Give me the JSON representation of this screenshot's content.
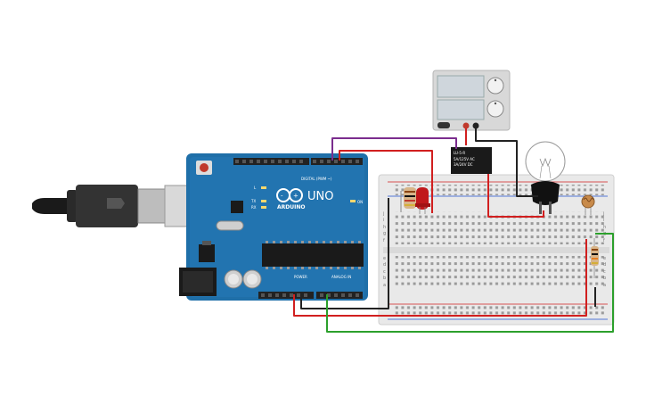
{
  "arduino": {
    "brand": "ARDUINO",
    "model": "UNO",
    "digital_header": "DIGITAL (PWM ~)",
    "power_header": "POWER",
    "analog_header": "ANALOG IN",
    "on_label": "ON",
    "tx_label": "TX",
    "rx_label": "RX",
    "l_label": "L"
  },
  "relay": {
    "line1": "LU-5-R",
    "line2": "5A/125V AC",
    "line3": "3A/24V DC"
  },
  "power_supply": {
    "display_top": "",
    "display_bottom": ""
  },
  "breadboard": {
    "row_letters_top": [
      "j",
      "i",
      "h",
      "g",
      "f"
    ],
    "row_letters_bottom": [
      "e",
      "d",
      "c",
      "b",
      "a"
    ]
  },
  "wire_colors": {
    "purple": "#7b2d8e",
    "red": "#d11f1f",
    "black": "#222222",
    "green": "#2ca02c"
  }
}
